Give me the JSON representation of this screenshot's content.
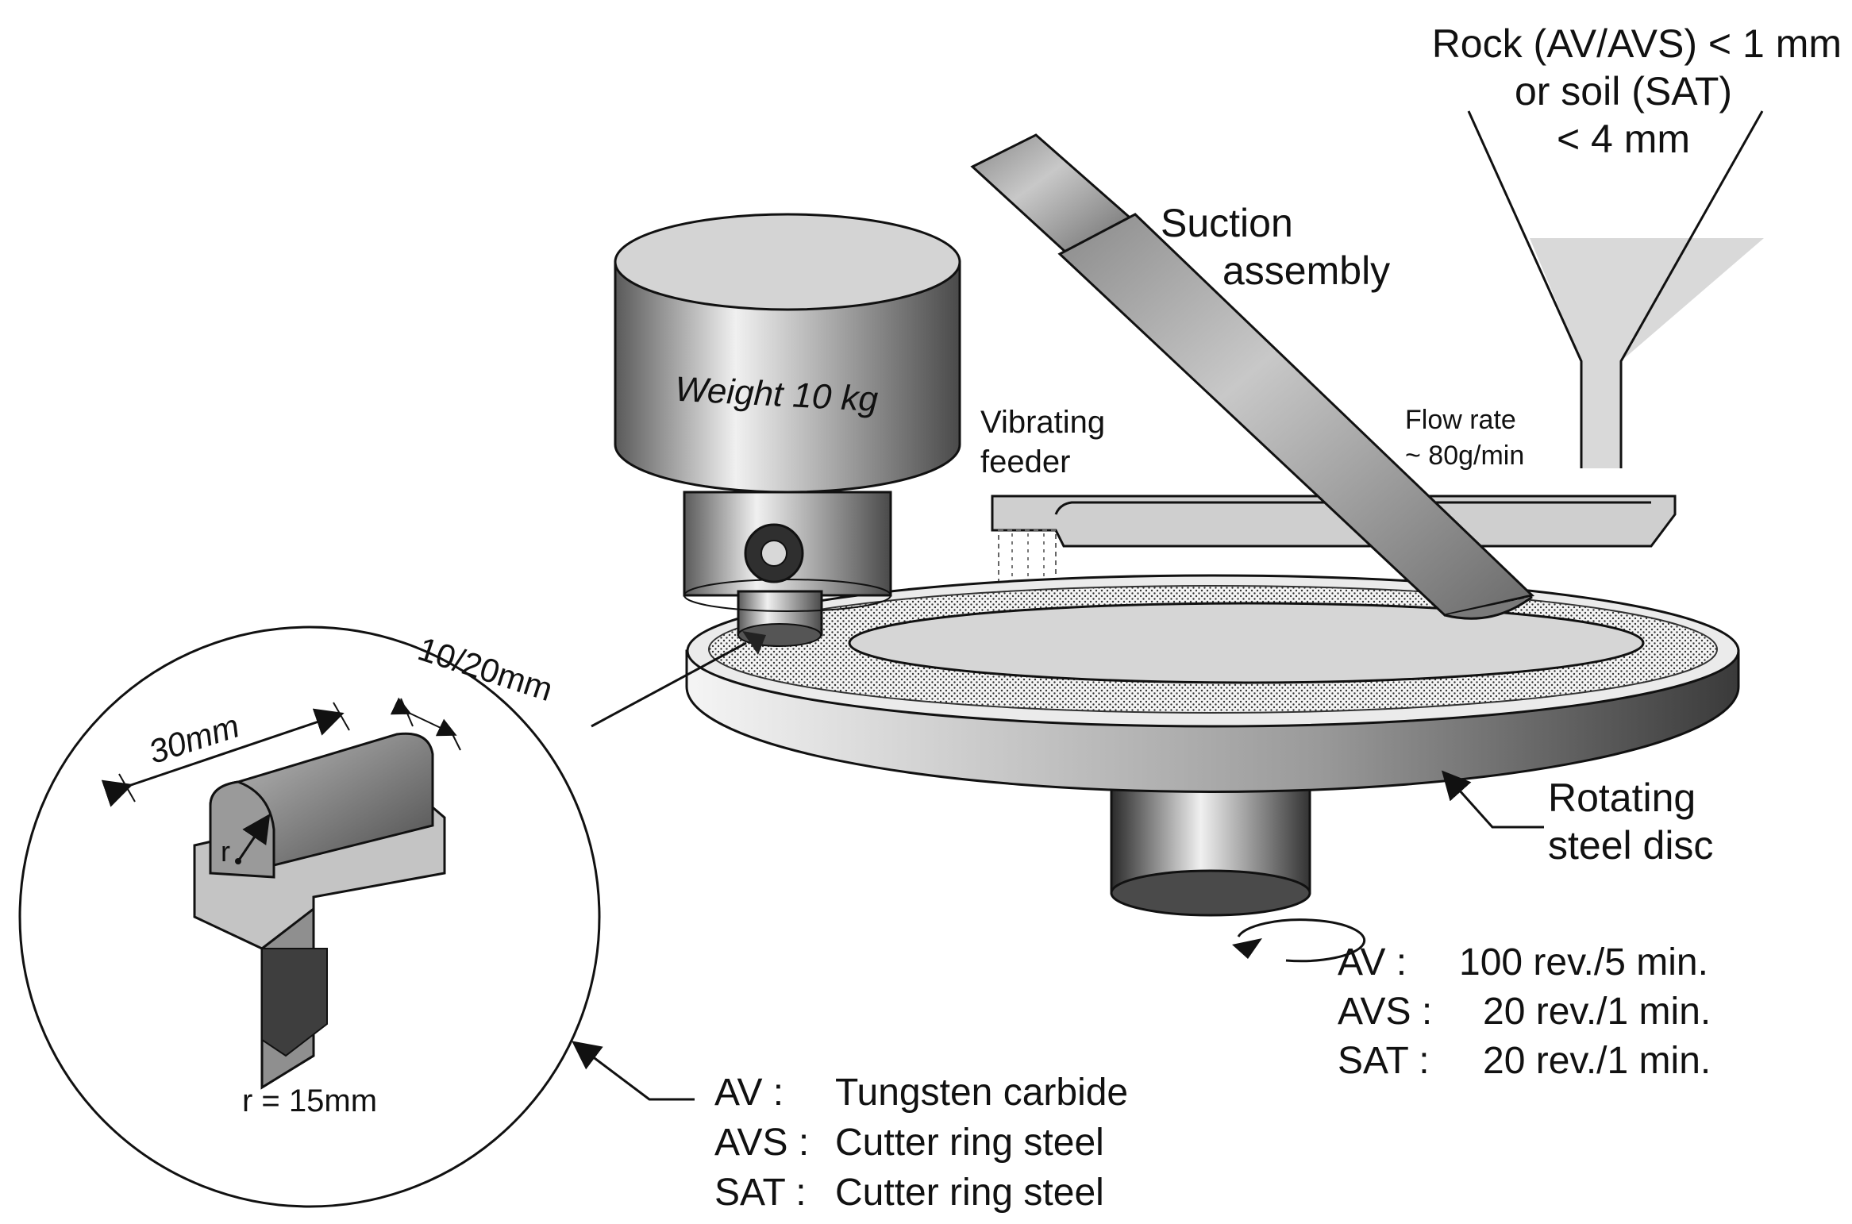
{
  "hopper": {
    "line1": "Rock (AV/AVS) < 1 mm",
    "line2": "or soil (SAT)",
    "line3": "< 4 mm"
  },
  "suction": {
    "line1": "Suction",
    "line2": "assembly"
  },
  "weight": {
    "label": "Weight 10 kg"
  },
  "feeder": {
    "line1": "Vibrating",
    "line2": "feeder"
  },
  "flow": {
    "line1": "Flow rate",
    "line2": "~ 80g/min"
  },
  "disc": {
    "line1": "Rotating",
    "line2": "steel disc"
  },
  "tool": {
    "length": "30mm",
    "width": "10/20mm",
    "r_symbol": "r",
    "radius": "r = 15mm"
  },
  "speeds": [
    {
      "code": "AV :",
      "value": "100 rev./5 min."
    },
    {
      "code": "AVS :",
      "value": "20 rev./1 min."
    },
    {
      "code": "SAT :",
      "value": "20 rev./1 min."
    }
  ],
  "materials": [
    {
      "code": "AV :",
      "value": "Tungsten carbide"
    },
    {
      "code": "AVS :",
      "value": "Cutter ring steel"
    },
    {
      "code": "SAT :",
      "value": "Cutter ring steel"
    }
  ]
}
